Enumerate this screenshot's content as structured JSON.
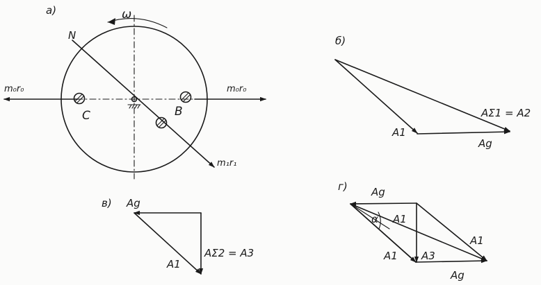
{
  "panel_a": {
    "label": "а)",
    "omega": "ω",
    "point_n": "N",
    "point_c": "C",
    "point_b": "B",
    "force_left": "m₀r₀",
    "force_right": "m₀r₀",
    "force_diag": "m₁r₁"
  },
  "panel_b": {
    "label": "б)",
    "a1": "A1",
    "ag": "Ag",
    "sum": "AΣ1 = A2"
  },
  "panel_v": {
    "label": "в)",
    "ag": "Ag",
    "a1": "A1",
    "sum": "AΣ2 = A3"
  },
  "panel_g": {
    "label": "г)",
    "ag_top": "Ag",
    "alpha": "α",
    "a1_inner": "A1",
    "a1_right": "A1",
    "a1_bottom": "A1",
    "a3": "A3",
    "ag_bottom": "Ag"
  }
}
